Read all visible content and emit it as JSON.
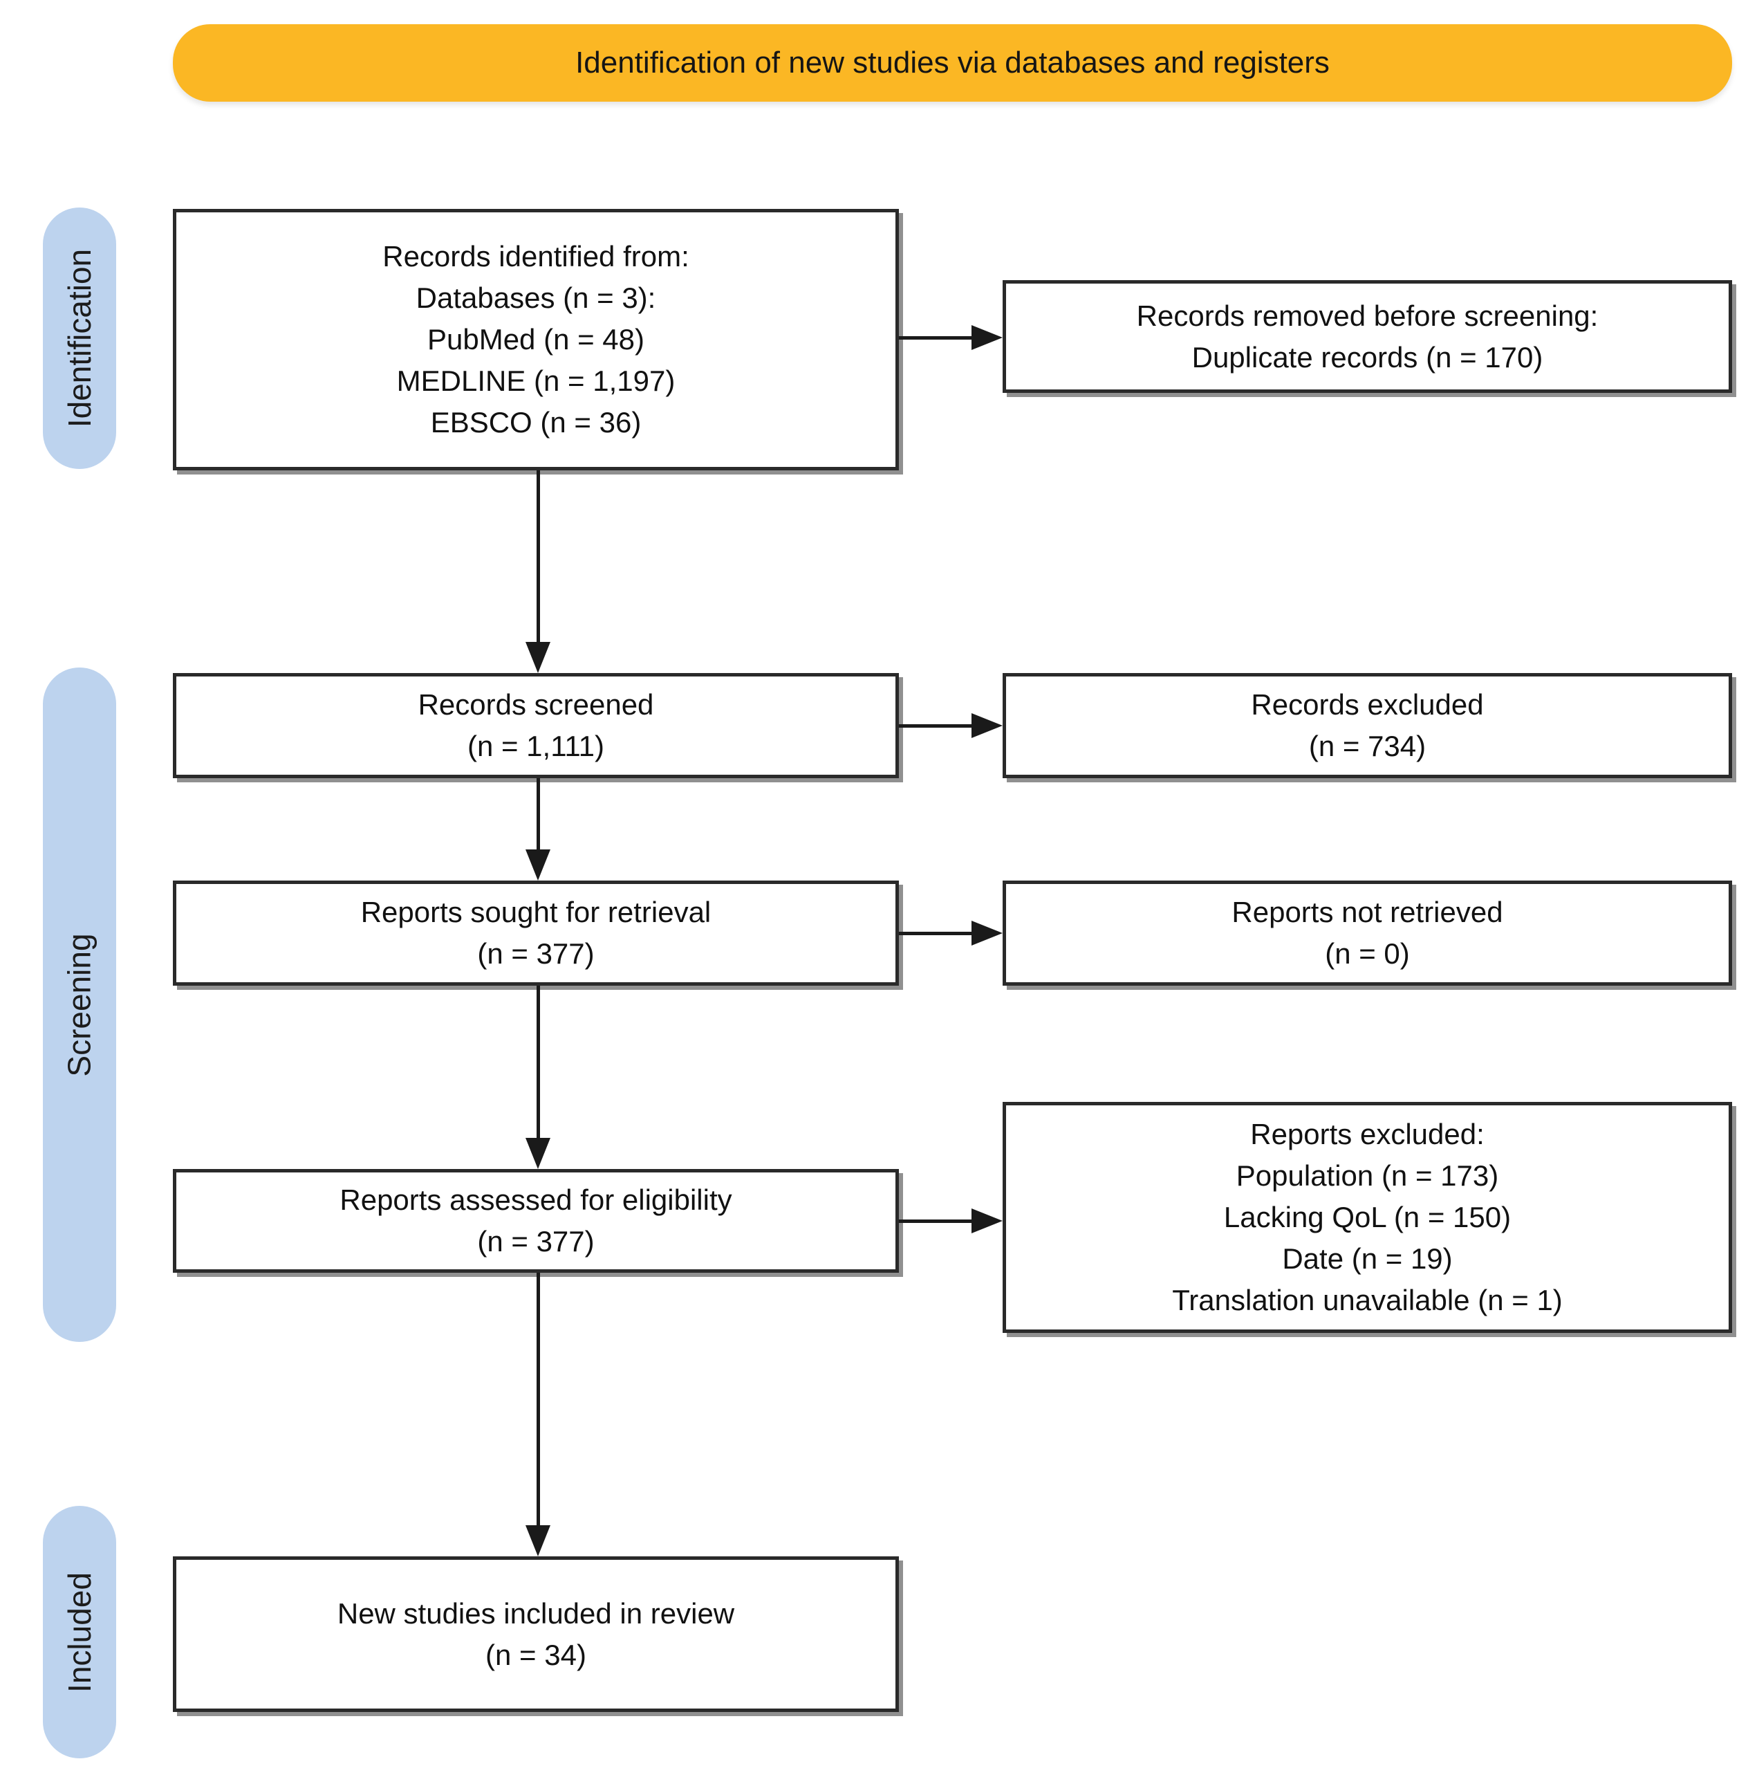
{
  "banner": {
    "label": "Identification of new studies via databases and registers"
  },
  "stages": {
    "identification": "Identification",
    "screening": "Screening",
    "included": "Included"
  },
  "colors": {
    "banner": "#FBB724",
    "stage_pill": "#BDD3EE",
    "box_border": "#2A2A2A",
    "arrow": "#1A1A1A"
  },
  "nodes": {
    "records_identified": {
      "lines": [
        "Records identified from:",
        "Databases (n = 3):",
        "PubMed (n = 48)",
        "MEDLINE (n = 1,197)",
        "EBSCO (n = 36)"
      ]
    },
    "records_removed": {
      "lines": [
        "Records removed before screening:",
        "Duplicate records (n = 170)"
      ]
    },
    "records_screened": {
      "lines": [
        "Records screened",
        "(n = 1,111)"
      ]
    },
    "records_excluded": {
      "lines": [
        "Records excluded",
        "(n = 734)"
      ]
    },
    "reports_sought": {
      "lines": [
        "Reports sought for retrieval",
        "(n = 377)"
      ]
    },
    "reports_not_retrieved": {
      "lines": [
        "Reports not retrieved",
        "(n = 0)"
      ]
    },
    "reports_assessed": {
      "lines": [
        "Reports assessed for eligibility",
        "(n = 377)"
      ]
    },
    "reports_excluded": {
      "lines": [
        "Reports excluded:",
        "Population (n = 173)",
        "Lacking QoL (n = 150)",
        "Date (n = 19)",
        "Translation unavailable (n = 1)"
      ]
    },
    "new_studies_included": {
      "lines": [
        "New studies included in review",
        "(n = 34)"
      ]
    }
  }
}
